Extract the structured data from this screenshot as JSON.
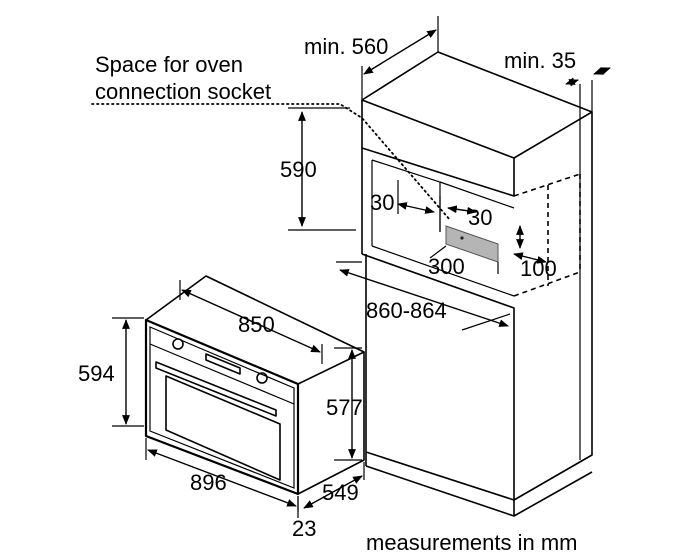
{
  "note_line1": "Space for oven",
  "note_line2": "connection socket",
  "units": "measurements in mm",
  "dims": {
    "cab_width_min": "min. 560",
    "cab_depth_min": "min. 35",
    "socket_height": "590",
    "socket_left": "30",
    "socket_right": "30",
    "socket_width": "300",
    "socket_depth": "100",
    "niche_height": "860-864",
    "oven_top_width": "850",
    "oven_front_height": "594",
    "oven_side_height": "577",
    "oven_width": "896",
    "oven_depth": "549",
    "front_thickness": "23"
  }
}
